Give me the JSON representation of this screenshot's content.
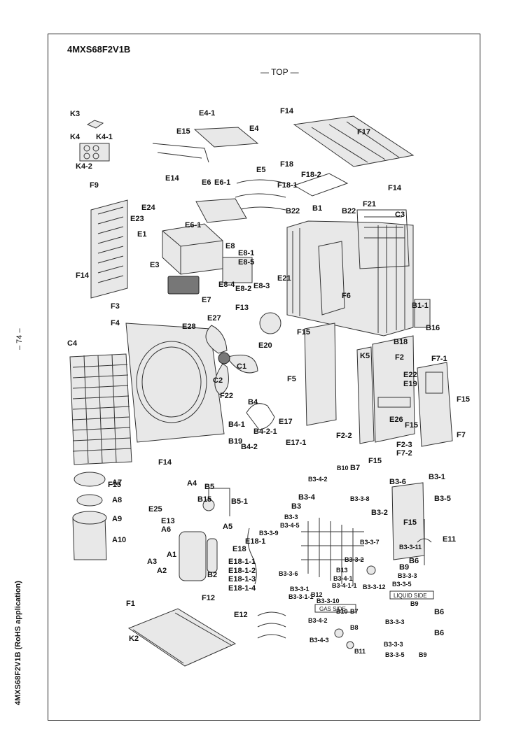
{
  "page": {
    "model": "4MXS68F2V1B",
    "view": "— TOP —",
    "page_number": "– 74 –",
    "side_caption": "4MXS68F2V1B (RoHS application)"
  },
  "sections": {
    "gas_side": "GAS SIDE",
    "liquid_side": "LIQUID SIDE"
  },
  "labels": {
    "K3": "K3",
    "K4": "K4",
    "K4_1": "K4-1",
    "K4_2": "K4-2",
    "E4_1": "E4-1",
    "E4": "E4",
    "E15": "E15",
    "F14a": "F14",
    "F17": "F17",
    "F18": "F18",
    "F18_2": "F18-2",
    "F18_1": "F18-1",
    "F14b": "F14",
    "F9": "F9",
    "E14": "E14",
    "E6": "E6",
    "E6_1a": "E6-1",
    "E5": "E5",
    "E24": "E24",
    "E23": "E23",
    "E6_1b": "E6-1",
    "E1": "E1",
    "B22a": "B22",
    "B1": "B1",
    "B22b": "B22",
    "F21": "F21",
    "C3": "C3",
    "E8": "E8",
    "E8_1": "E8-1",
    "E8_5": "E8-5",
    "E3": "E3",
    "E21": "E21",
    "F14c": "F14",
    "E8_4": "E8-4",
    "E8_2": "E8-2",
    "E8_3": "E8-3",
    "E7": "E7",
    "F3": "F3",
    "F6": "F6",
    "B1_1": "B1-1",
    "F13": "F13",
    "E27": "E27",
    "E28": "E28",
    "B16": "B16",
    "F4": "F4",
    "F15a": "F15",
    "E20": "E20",
    "B18": "B18",
    "C4": "C4",
    "C1": "C1",
    "C2": "C2",
    "K5": "K5",
    "F2": "F2",
    "E22": "E22",
    "F7_1": "F7-1",
    "E19": "E19",
    "F5": "F5",
    "F22": "F22",
    "B4": "B4",
    "F15b": "F15",
    "E26": "E26",
    "F15c": "F15",
    "E17": "E17",
    "B4_1": "B4-1",
    "B4_2_1": "B4-2-1",
    "F2_2": "F2-2",
    "F7": "F7",
    "B19": "B19",
    "E17_1": "E17-1",
    "F2_3": "F2-3",
    "F7_2": "F7-2",
    "B4_2": "B4-2",
    "F14d": "F14",
    "F15d": "F15",
    "F15e": "F15",
    "B10a": "B10",
    "B7a": "B7",
    "A4": "A4",
    "B5": "B5",
    "B3_4_2a": "B3-4-2",
    "B3_6": "B3-6",
    "B3_1": "B3-1",
    "A7": "A7",
    "B15": "B15",
    "B5_1": "B5-1",
    "B3_4": "B3-4",
    "B3_3_8": "B3-3-8",
    "B3_5": "B3-5",
    "E25": "E25",
    "B3": "B3",
    "E13": "E13",
    "A6": "A6",
    "A5": "A5",
    "A8": "A8",
    "B3_3": "B3-3",
    "B3_2": "B3-2",
    "B3_4_5": "B3-4-5",
    "F15f": "F15",
    "A9": "A9",
    "B3_3_9": "B3-3-9",
    "E18": "E18",
    "E18_1": "E18-1",
    "B3_3_7": "B3-3-7",
    "A10": "A10",
    "A1": "A1",
    "E18_1_1": "E18-1-1",
    "B3_3_2": "B3-3-2",
    "B3_3_11": "B3-3-11",
    "E11": "E11",
    "A3": "A3",
    "A2": "A2",
    "B2": "B2",
    "E18_1_2": "E18-1-2",
    "E18_1_3": "E18-1-3",
    "B13": "B13",
    "B6a": "B6",
    "B9a": "B9",
    "B3_3_6": "B3-3-6",
    "E18_1_4": "E18-1-4",
    "B3_4_1": "B3-4-1",
    "B3_4_1_1": "B3-4-1-1",
    "B3_3_3a": "B3-3-3",
    "F12": "F12",
    "B12": "B12",
    "B3_3_1": "B3-3-1",
    "B3_3_1_1": "B3-3-1-1",
    "B3_3_12": "B3-3-12",
    "B3_3_5a": "B3-3-5",
    "B3_3_10": "B3-3-10",
    "F1": "F1",
    "B9b": "B9",
    "B10b": "B10",
    "B7b": "B7",
    "B3_3_3b": "B3-3-3",
    "B6b": "B6",
    "B3_4_2b": "B3-4-2",
    "B8": "B8",
    "E12": "E12",
    "B3_4_3": "B3-4-3",
    "B11": "B11",
    "B3_3_3c": "B3-3-3",
    "B6c": "B6",
    "K2": "K2",
    "B3_3_5b": "B3-3-5",
    "B9c": "B9"
  }
}
